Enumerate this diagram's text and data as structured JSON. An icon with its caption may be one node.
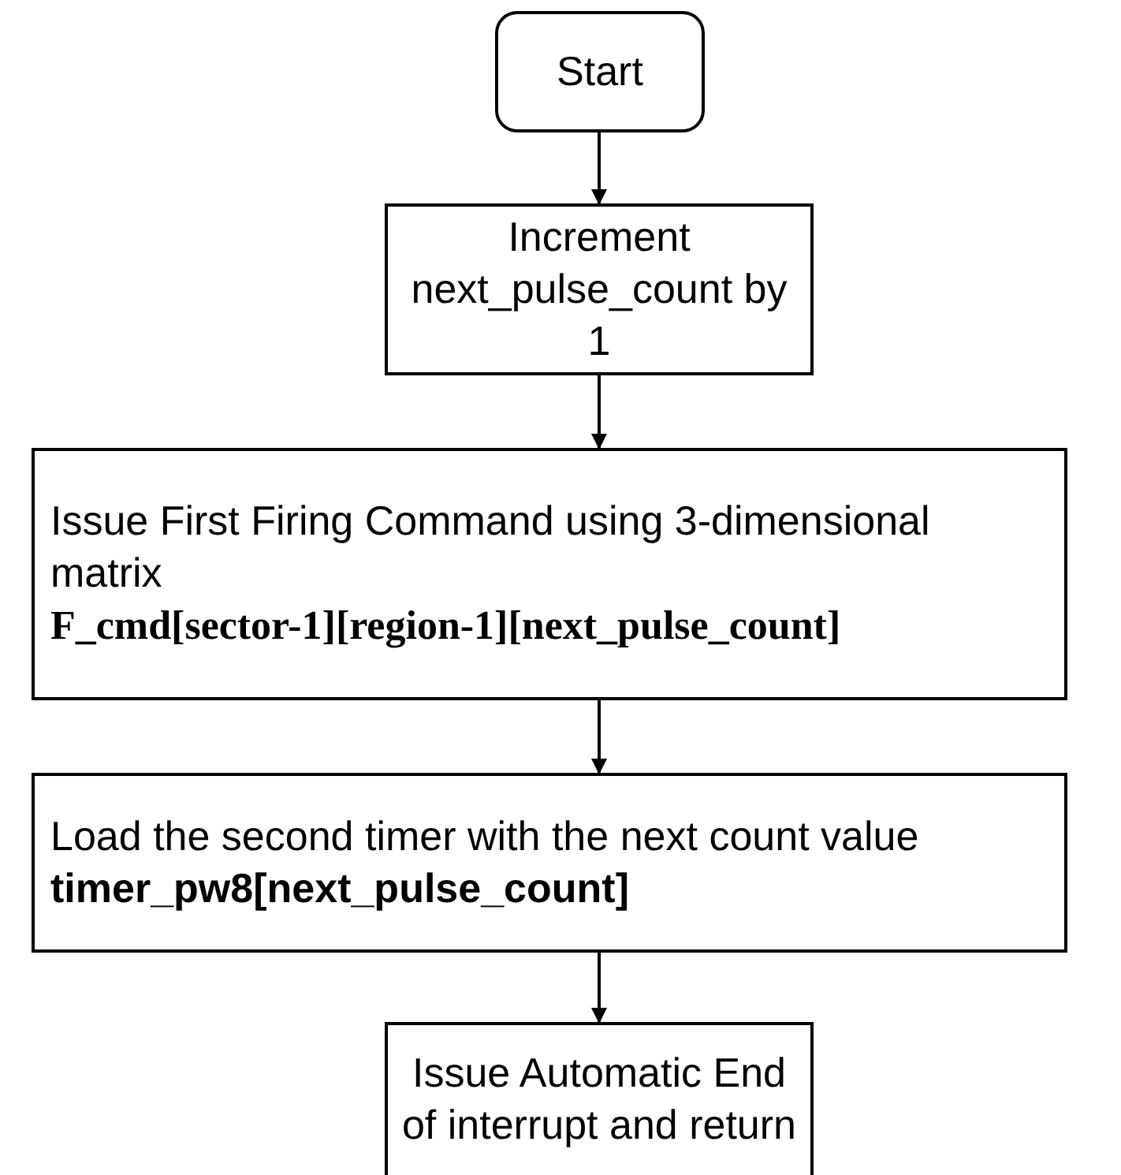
{
  "diagram": {
    "nodes": [
      {
        "text": [
          "Start"
        ]
      },
      {
        "text": [
          "Increment next_pulse_count by 1"
        ]
      },
      {
        "text": [
          "Issue First Firing Command using 3-dimensional matrix",
          "F_cmd[sector-1][region-1][next_pulse_count]"
        ]
      },
      {
        "text": [
          "Load the second timer with the next count value **timer_pw8[next_pulse_count]**"
        ]
      },
      {
        "text": [
          "Issue Automatic End of interrupt and return"
        ]
      }
    ],
    "edges": [
      {
        "from": 0,
        "to": 1,
        "arrow": "to"
      },
      {
        "from": 1,
        "to": 2,
        "arrow": "to"
      },
      {
        "from": 2,
        "to": 3,
        "arrow": "to"
      },
      {
        "from": 3,
        "to": 4,
        "arrow": "to"
      }
    ]
  }
}
